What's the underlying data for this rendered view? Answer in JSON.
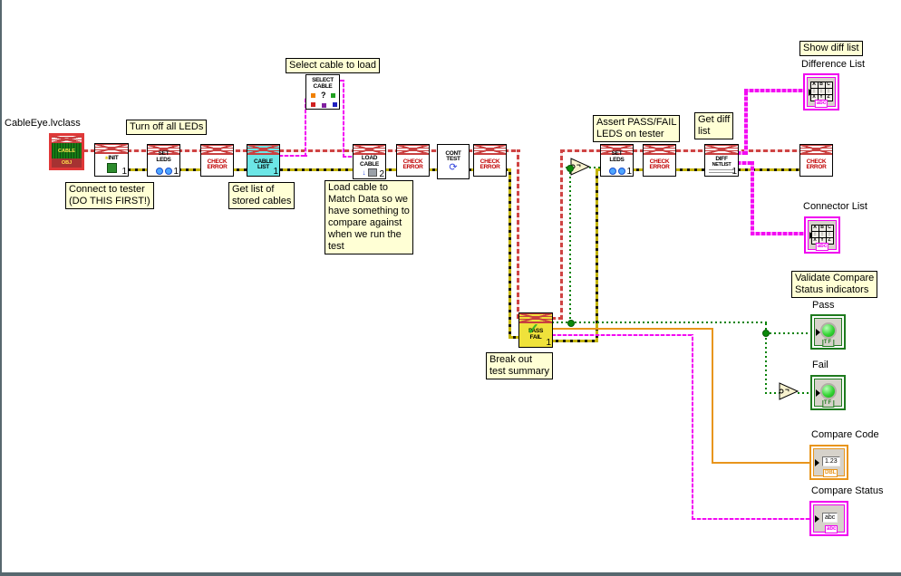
{
  "colors": {
    "class_wire": "#CF4343",
    "error_wire": "#C3B400",
    "string_wire": "#F20AF2",
    "boolean_wire": "#058205",
    "numeric_wire": "#E8951C",
    "comment_bg": "#FFFFD5",
    "cable_list_bg": "#6CE6E6",
    "pass_fail_bg": "#EFE23B",
    "led_green": "#35D435",
    "indicator_green": "#1E7A1E",
    "indicator_orange": "#E8951C",
    "indicator_magenta": "#F000F0"
  },
  "class_constant": {
    "label": "CableEye.lvclass",
    "icon_title": "CABLE",
    "icon_sub": "OBJ"
  },
  "comments": {
    "turn_off": "Turn off all LEDs",
    "select_cable": "Select cable to load",
    "connect": "Connect to tester\n(DO THIS FIRST!)",
    "get_list": "Get list of\nstored cables",
    "load_cable": "Load cable to\nMatch Data so we\nhave something to\ncompare against\nwhen we run the\ntest",
    "break_out": "Break out\ntest summary",
    "assert": "Assert PASS/FAIL\nLEDS on tester",
    "get_diff": "Get diff\nlist",
    "show_diff": "Show diff list",
    "validate": "Validate Compare\nStatus indicators"
  },
  "nodes": {
    "init": {
      "star": "✳",
      "label": "INIT",
      "badge": "1"
    },
    "set_leds": {
      "line1": "SET",
      "line2": "LEDS",
      "badge": "1"
    },
    "check_error": {
      "line1": "CHECK",
      "line2": "ERROR"
    },
    "cable_list": {
      "line1": "CABLE",
      "line2": "LIST",
      "badge": "1"
    },
    "select_cable": {
      "line1": "SELECT",
      "line2": "CABLE",
      "q": "?"
    },
    "load_cable": {
      "line1": "LOAD",
      "line2": "CABLE",
      "arrow": "↓",
      "badge": "2"
    },
    "cont_test": {
      "line1": "CONT",
      "line2": "TEST",
      "loop": "⟳"
    },
    "pass_fail": {
      "line1": "PASS",
      "line2": "FAIL",
      "check": "✓",
      "badge": "1"
    },
    "diff_netlist": {
      "line1": "DIFF",
      "line2": "NETLIST",
      "badge": "1"
    },
    "not_gate": {
      "symbol": "¬"
    }
  },
  "indicators": {
    "difference_list": {
      "label": "Difference List",
      "cells": [
        "A",
        "B",
        "C",
        "⋮",
        "⋮",
        "⋮",
        "X",
        "Y",
        "Z"
      ],
      "tab": "abc"
    },
    "connector_list": {
      "label": "Connector List",
      "cells": [
        "A",
        "B",
        "C",
        "⋮",
        "⋮",
        "⋮",
        "X",
        "Y",
        "Z"
      ],
      "tab": "abc"
    },
    "pass": {
      "label": "Pass",
      "tab": "TF"
    },
    "fail": {
      "label": "Fail",
      "tab": "TF"
    },
    "compare_code": {
      "label": "Compare Code",
      "value": "1.23",
      "tab": "DBL"
    },
    "compare_status": {
      "label": "Compare Status",
      "value": "abc",
      "tab": "abc"
    }
  }
}
